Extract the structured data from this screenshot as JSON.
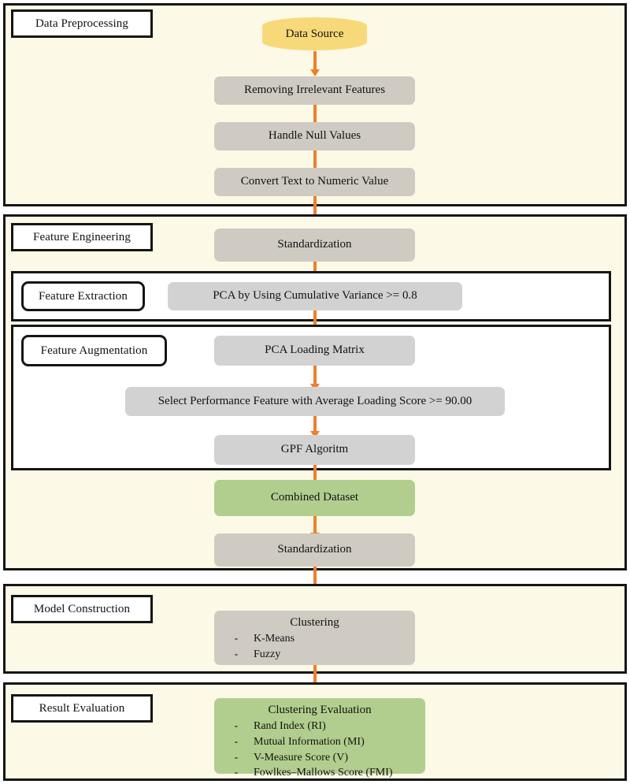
{
  "diagram": {
    "title": "Research Methodology Flowchart",
    "background_color": "#fcf9e6",
    "arrow_color": "#ef7f2b"
  },
  "sections": [
    {
      "id": "data-preprocessing",
      "label": "Data Preprocessing"
    },
    {
      "id": "feature-engineering",
      "label": "Feature Engineering"
    },
    {
      "id": "model-construction",
      "label": "Model Construction"
    },
    {
      "id": "result-evaluation",
      "label": "Result Evaluation"
    }
  ],
  "subsections": [
    {
      "id": "feature-extraction",
      "label": "Feature Extraction"
    },
    {
      "id": "feature-augmentation",
      "label": "Feature Augmentation"
    }
  ],
  "nodes": {
    "data_source": {
      "label": "Data Source",
      "color": "#f8d97a",
      "shape": "cylinder"
    },
    "removing_features": {
      "label": "Removing Irrelevant Features",
      "color": "#cfcbc3"
    },
    "handle_null": {
      "label": "Handle Null Values",
      "color": "#cfcbc3"
    },
    "convert_text": {
      "label": "Convert Text to Numeric Value",
      "color": "#cfcbc3"
    },
    "standardization_1": {
      "label": "Standardization",
      "color": "#cfcbc3"
    },
    "pca_cumvar": {
      "label": "PCA by Using Cumulative Variance >= 0.8",
      "color": "#d2d2d2"
    },
    "pca_loading": {
      "label": "PCA Loading Matrix",
      "color": "#d2d2d2"
    },
    "select_performance": {
      "label": "Select Performance Feature with Average Loading Score >= 90.00",
      "color": "#d2d2d2"
    },
    "gpf_algorithm": {
      "label": "GPF Algoritm",
      "color": "#d2d2d2"
    },
    "combined_dataset": {
      "label": "Combined Dataset",
      "color": "#b2ce8e"
    },
    "standardization_2": {
      "label": "Standardization",
      "color": "#cfcbc3"
    },
    "clustering": {
      "title": "Clustering",
      "color": "#cfcbc3",
      "items": [
        "K-Means",
        "Fuzzy"
      ],
      "bullet": "-"
    },
    "clustering_evaluation": {
      "title": "Clustering Evaluation",
      "color": "#b2ce8e",
      "items": [
        "Rand Index (RI)",
        "Mutual Information (MI)",
        "V-Measure Score (V)",
        "Fowlkes–Mallows Score (FMI)"
      ],
      "bullet": "-"
    }
  }
}
